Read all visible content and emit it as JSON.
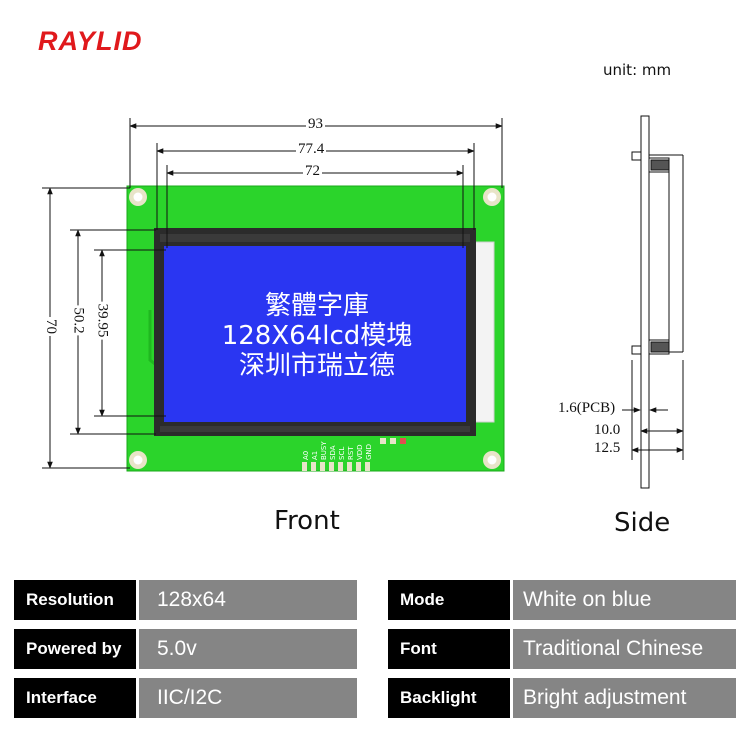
{
  "brand": "RAYLID",
  "unit_label": "unit:  mm",
  "front": {
    "caption": "Front",
    "dimensions": {
      "width_overall": "93",
      "width_frame": "77.4",
      "width_view": "72",
      "height_overall": "70",
      "height_frame": "50.2",
      "height_view": "39.95"
    },
    "lcd_lines": [
      "繁體字庫",
      "128X64lcd模塊",
      "深圳市瑞立德"
    ],
    "pins": [
      "A0",
      "A1",
      "BUSY",
      "SDA",
      "SCL",
      "RST",
      "VDD",
      "GND"
    ],
    "pcb_color": "#2bd42b",
    "screen_color": "#2a36f2"
  },
  "side": {
    "caption": "Side",
    "dimensions": {
      "pcb_thickness": "1.6(PCB)",
      "depth_module": "10.0",
      "depth_total": "12.5"
    }
  },
  "specs": [
    {
      "label": "Resolution",
      "value": "128x64"
    },
    {
      "label": "Powered by",
      "value": "5.0v"
    },
    {
      "label": "Interface",
      "value": "IIC/I2C"
    },
    {
      "label": "Mode",
      "value": "White on blue"
    },
    {
      "label": "Font",
      "value": "Traditional Chinese"
    },
    {
      "label": "Backlight",
      "value": "Bright adjustment"
    }
  ]
}
